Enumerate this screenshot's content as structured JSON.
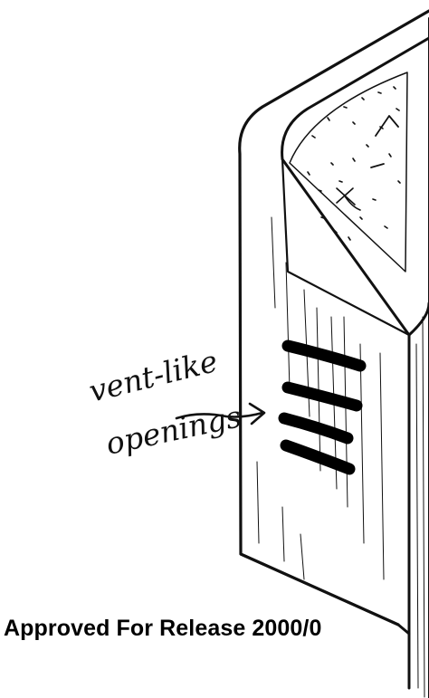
{
  "annotation": {
    "line1": "vent-like",
    "line2": "openings"
  },
  "stamp": {
    "text": "Approved For Release 2000/0"
  },
  "colors": {
    "ink": "#000000",
    "paper": "#ffffff"
  }
}
